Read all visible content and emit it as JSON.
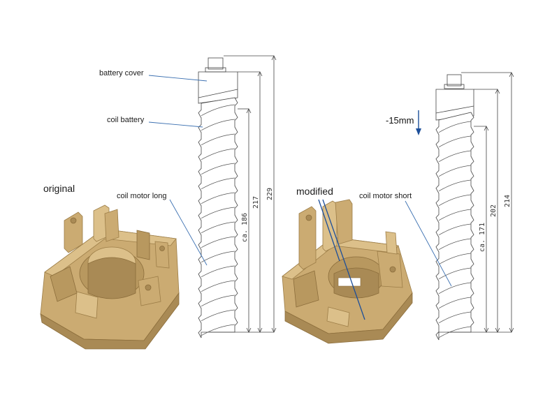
{
  "labels": {
    "battery_cover": "battery cover",
    "coil_battery": "coil battery",
    "coil_motor_long": "coil motor long",
    "coil_motor_short": "coil motor short",
    "original": "original",
    "modified": "modified",
    "shift": "-15mm"
  },
  "dimensions_left": {
    "d1": "229",
    "d2": "217",
    "d3": "ca. 186"
  },
  "dimensions_right": {
    "d1": "214",
    "d2": "202",
    "d3": "ca. 171"
  },
  "colors": {
    "part": "#cbab72",
    "leader": "#3a6fb0",
    "arrow": "#1d4f9a"
  }
}
